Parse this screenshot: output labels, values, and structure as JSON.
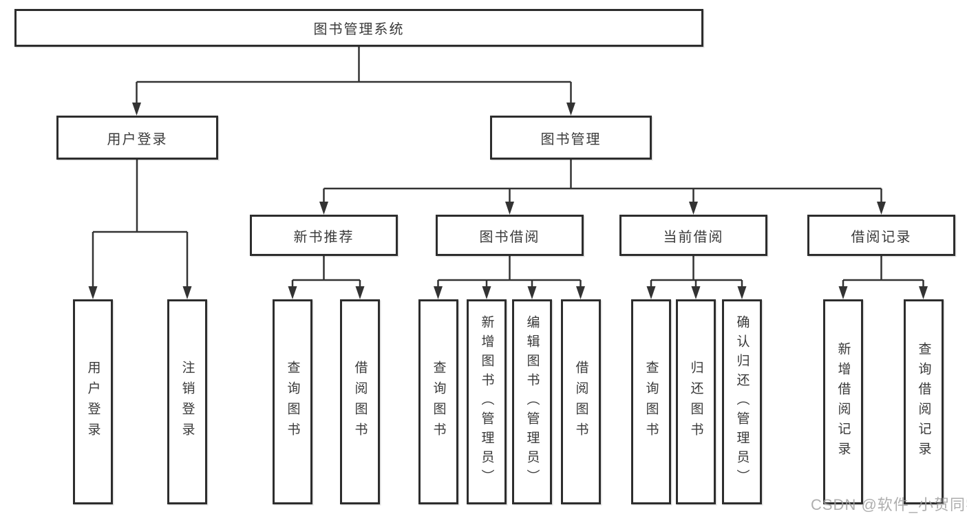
{
  "diagram": {
    "type": "hierarchy-tree",
    "root": {
      "label": "图书管理系统"
    },
    "level2": [
      {
        "label": "用户登录"
      },
      {
        "label": "图书管理"
      }
    ],
    "level3": [
      {
        "label": "新书推荐"
      },
      {
        "label": "图书借阅"
      },
      {
        "label": "当前借阅"
      },
      {
        "label": "借阅记录"
      }
    ],
    "leaves": {
      "user_login": [
        {
          "label": "用户登录"
        },
        {
          "label": "注销登录"
        }
      ],
      "new_book_recommend": [
        {
          "label": "查询图书"
        },
        {
          "label": "借阅图书"
        }
      ],
      "book_borrow": [
        {
          "label": "查询图书"
        },
        {
          "label": "新增图书（管理员）"
        },
        {
          "label": "编辑图书（管理员）"
        },
        {
          "label": "借阅图书"
        }
      ],
      "current_borrow": [
        {
          "label": "查询图书"
        },
        {
          "label": "归还图书"
        },
        {
          "label": "确认归还（管理员）"
        }
      ],
      "borrow_records": [
        {
          "label": "新增借阅记录"
        },
        {
          "label": "查询借阅记录"
        }
      ]
    },
    "colors": {
      "line": "#333333",
      "border": "#2d2d2d",
      "text": "#3a3a3a",
      "background": "#ffffff"
    }
  },
  "watermark": {
    "text": "CSDN @软件_小贺同学",
    "color": "#a0a0a0"
  }
}
